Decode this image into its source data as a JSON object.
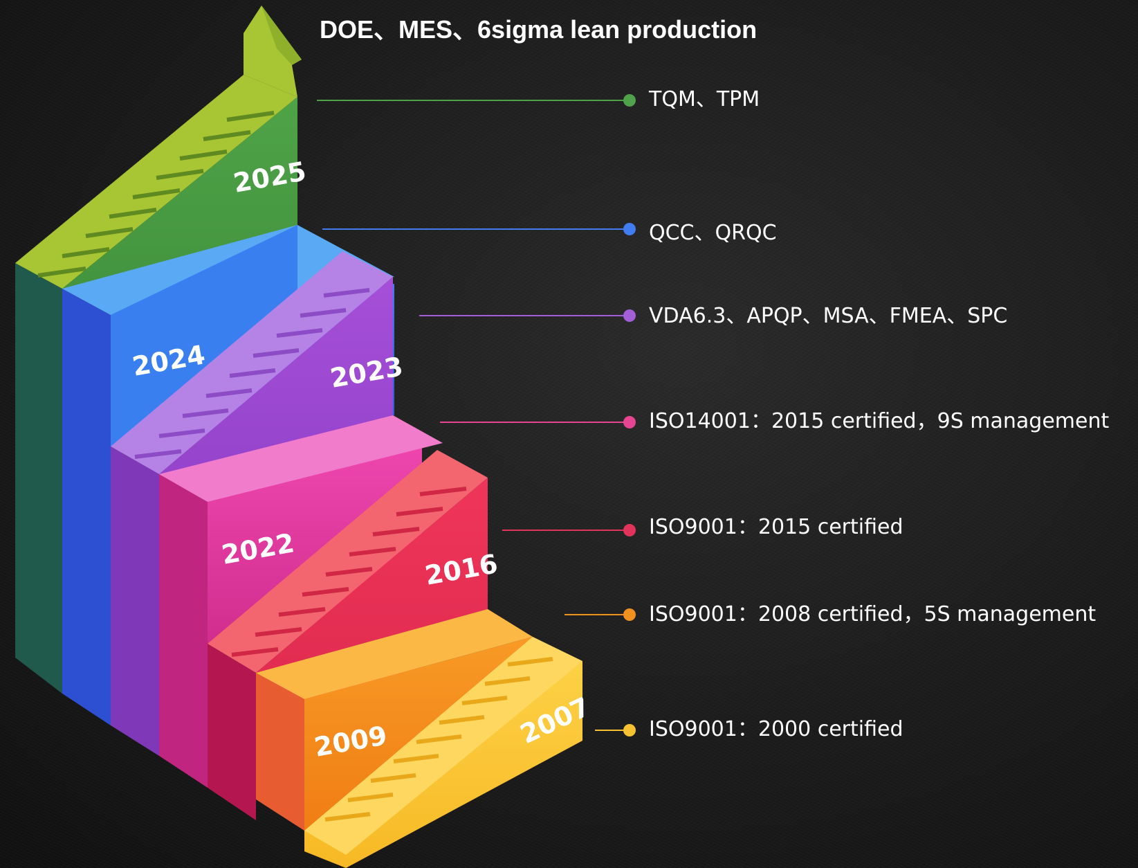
{
  "headline": "DOE、MES、6sigma lean production",
  "colors": {
    "green": "#5e9e3c",
    "lime": "#a9c531",
    "blue": "#3a6de8",
    "purple": "#a24fd6",
    "pink": "#e23a9b",
    "red": "#e0304f",
    "orange": "#f5901f",
    "yellow": "#fcc730"
  },
  "steps": [
    {
      "year": "2007",
      "color": "#f6c52f"
    },
    {
      "year": "2009",
      "color": "#f48a1c"
    },
    {
      "year": "2016",
      "color": "#e62a52"
    },
    {
      "year": "2022",
      "color": "#e0389e"
    },
    {
      "year": "2023",
      "color": "#9f4ad3"
    },
    {
      "year": "2024",
      "color": "#3670e6"
    },
    {
      "year": "2025",
      "color": "#4d9b45"
    }
  ],
  "milestones": [
    {
      "label": "TQM、TPM",
      "color": "#4fa24a"
    },
    {
      "label": "QCC、QRQC",
      "color": "#3f7df0"
    },
    {
      "label": "VDA6.3、APQP、MSA、FMEA、SPC",
      "color": "#a45fd8"
    },
    {
      "label": "ISO14001：2015 certified，9S management",
      "color": "#e64593"
    },
    {
      "label": "ISO9001：2015 certified",
      "color": "#e2345a"
    },
    {
      "label": "ISO9001：2008 certified，5S management",
      "color": "#f0901e"
    },
    {
      "label": "ISO9001：2000 certified",
      "color": "#f7c232"
    }
  ]
}
